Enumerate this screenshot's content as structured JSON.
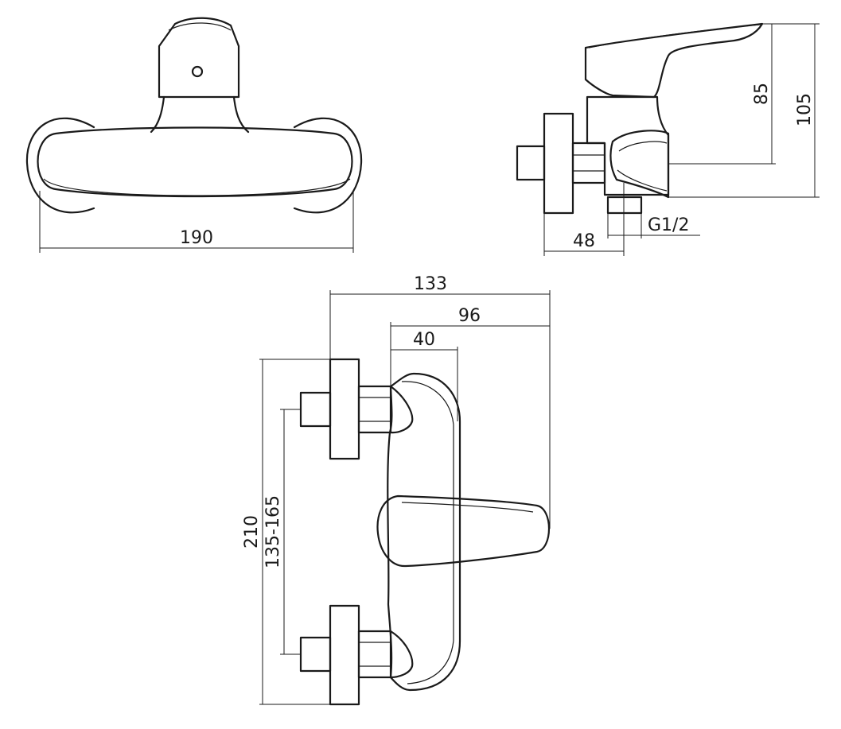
{
  "dimensions": {
    "front_width": "190",
    "side_height_85": "85",
    "side_height_105": "105",
    "side_depth_48": "48",
    "side_thread": "G1/2",
    "top_width_133": "133",
    "top_width_96": "96",
    "top_width_40": "40",
    "top_height_210": "210",
    "top_centers": "135-165"
  },
  "colors": {
    "line": "#1a1a1a",
    "background": "#ffffff"
  }
}
